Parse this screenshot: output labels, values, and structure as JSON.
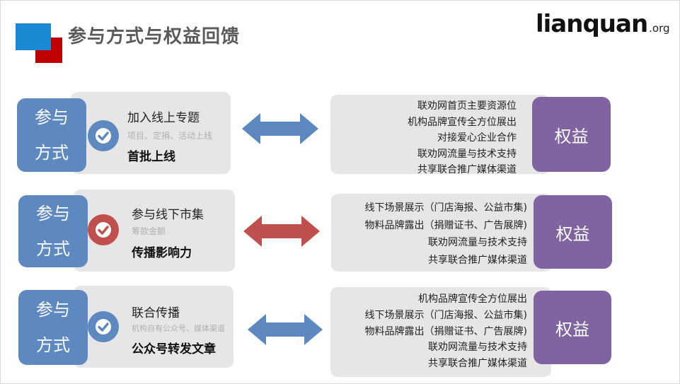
{
  "header": {
    "title": "参与方式与权益回馈",
    "logo_main": "lianquan",
    "logo_suffix": ".org"
  },
  "colors": {
    "blue": "#5d88c0",
    "red": "#c0504d",
    "purple": "#8064a2",
    "pill": "#e6e6e6"
  },
  "rows": [
    {
      "cap_line1": "参与",
      "cap_line2": "方式",
      "title": "加入线上专题",
      "subtitle": "项目、定捐、活动上线",
      "bold": "首批上线",
      "check_color": "#5d88c0",
      "arrow_color": "#5d88c0",
      "benefits": [
        "联劝网首页主要资源位",
        "机构品牌宣传全方位展出",
        "对接爱心企业合作",
        "联劝网流量与技术支持",
        "共享联合推广媒体渠道"
      ],
      "benefit_label": "权益"
    },
    {
      "cap_line1": "参与",
      "cap_line2": "方式",
      "title": "参与线下市集",
      "subtitle": "筹款金额",
      "bold": "传播影响力",
      "check_color": "#c0504d",
      "arrow_color": "#c0504d",
      "benefits": [
        "线下场景展示（门店海报、公益市集)",
        "物料品牌露出（捐赠证书、广告展牌)",
        "联劝网流量与技术支持",
        "共享联合推广媒体渠道"
      ],
      "benefit_label": "权益"
    },
    {
      "cap_line1": "参与",
      "cap_line2": "方式",
      "title": "联合传播",
      "subtitle": "机构自有公众号、媒体渠道",
      "bold": "公众号转发文章",
      "check_color": "#5d88c0",
      "arrow_color": "#5d88c0",
      "benefits": [
        "机构品牌宣传全方位展出",
        "线下场景展示（门店海报、公益市集)",
        "物料品牌露出（捐赠证书、广告展牌)",
        "联劝网流量与技术支持",
        "共享联合推广媒体渠道"
      ],
      "benefit_label": "权益"
    }
  ]
}
